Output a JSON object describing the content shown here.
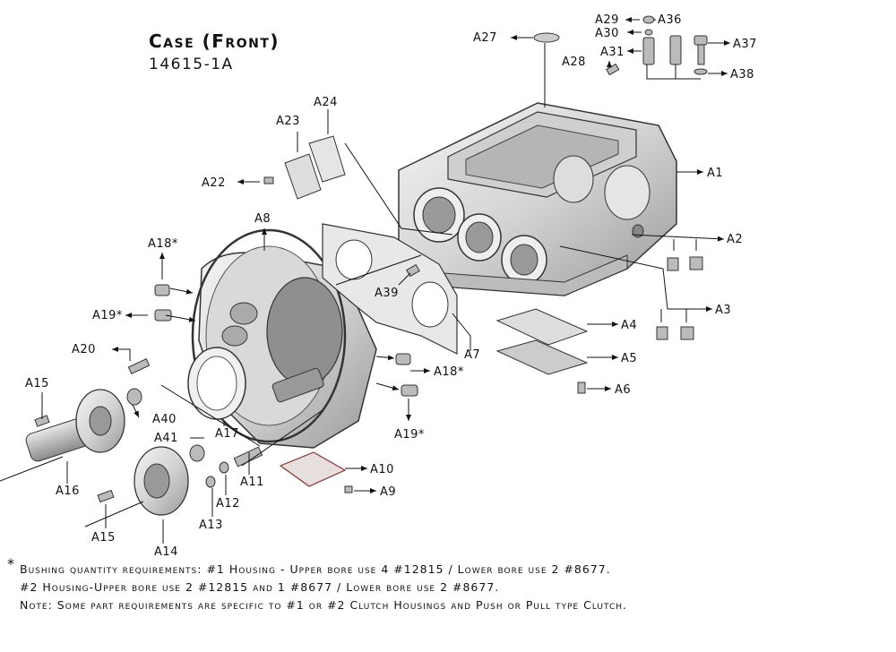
{
  "title": "Case (Front)",
  "subtitle": "14615-1A",
  "callouts": [
    "A1",
    "A2",
    "A3",
    "A4",
    "A5",
    "A6",
    "A7",
    "A8",
    "A9",
    "A10",
    "A11",
    "A12",
    "A13",
    "A14",
    "A15",
    "A15",
    "A16",
    "A17",
    "A18*",
    "A18*",
    "A19*",
    "A19*",
    "A20",
    "A22",
    "A23",
    "A24",
    "A27",
    "A28",
    "A29",
    "A30",
    "A31",
    "A36",
    "A37",
    "A38",
    "A39",
    "A40",
    "A41"
  ],
  "notes": {
    "asterisk": "*",
    "line1": "Bushing quantity requirements: #1 Housing - Upper bore use 4 #12815 / Lower bore use 2 #8677.",
    "line2": "#2 Housing-Upper bore use 2 #12815 and 1 #8677 / Lower bore use 2 #8677.",
    "line3": "Note: Some part requirements are specific to #1 or #2 Clutch Housings and Push or Pull type Clutch."
  }
}
